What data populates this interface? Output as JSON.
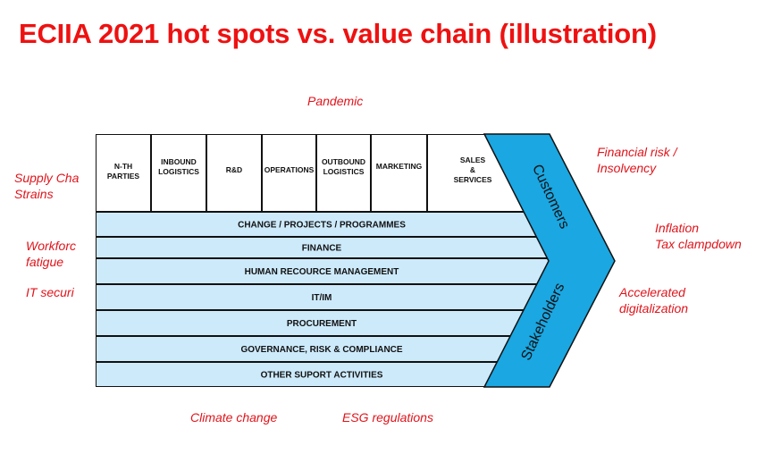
{
  "title": "ECIIA 2021 hot spots vs. value chain (illustration)",
  "hot_spots": {
    "pandemic": "Pandemic",
    "supply_chain_1": "Supply Cha",
    "supply_chain_2": "Strains",
    "workforce_1": "Workforc",
    "workforce_2": "fatigue",
    "it_security": "IT securi",
    "financial_risk_1": "Financial risk /",
    "financial_risk_2": "Insolvency",
    "inflation_1": "Inflation",
    "inflation_2": "Tax clampdown",
    "digital_1": "Accelerated",
    "digital_2": "digitalization",
    "climate": "Climate change",
    "esg": "ESG regulations"
  },
  "primary_activities": [
    {
      "l1": "N-TH",
      "l2": "PARTIES"
    },
    {
      "l1": "INBOUND",
      "l2": "LOGISTICS"
    },
    {
      "l1": "R&D"
    },
    {
      "l1": "OPERATIONS"
    },
    {
      "l1": "OUTBOUND",
      "l2": "LOGISTICS"
    },
    {
      "l1": "MARKETING"
    },
    {
      "l1": "SALES",
      "l2": "&",
      "l3": "SERVICES"
    }
  ],
  "support_activities": [
    "CHANGE / PROJECTS / PROGRAMMES",
    "FINANCE",
    "HUMAN RECOURCE MANAGEMENT",
    "IT/IM",
    "PROCUREMENT",
    "GOVERNANCE, RISK & COMPLIANCE",
    "OTHER SUPORT ACTIVITIES"
  ],
  "chevron": {
    "top": "Customers",
    "bottom": "Stakeholders"
  },
  "colors": {
    "accent_red": "#e0141b",
    "chevron": "#1aa7e2",
    "support_fill": "#cdeafb"
  }
}
